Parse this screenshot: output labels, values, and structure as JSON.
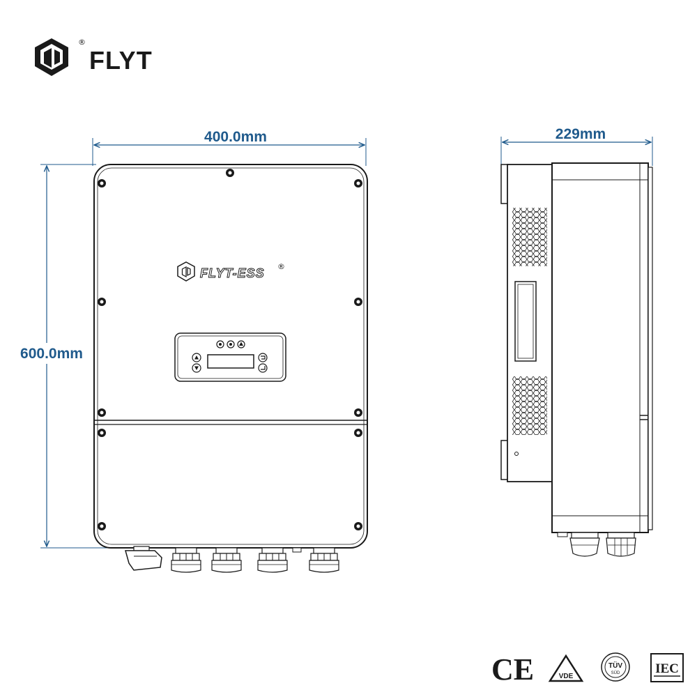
{
  "brand": {
    "name": "FLYT",
    "registered": "®",
    "logo_icon": "flyt-cube-icon",
    "color": "#1a1a1a"
  },
  "front_view": {
    "width_label": "400.0mm",
    "height_label": "600.0mm",
    "panel_brand": "FLYT-ESS",
    "panel_registered": "®"
  },
  "side_view": {
    "depth_label": "229mm"
  },
  "certifications": [
    {
      "name": "ce-mark-icon",
      "text": "CE"
    },
    {
      "name": "vde-mark-icon",
      "text": "VDE"
    },
    {
      "name": "tuv-sud-mark-icon",
      "text": "TÜV",
      "subtext": "SÜD"
    },
    {
      "name": "iec-mark-icon",
      "text": "IEC"
    }
  ],
  "colors": {
    "dimension": "#1f5a8c",
    "line": "#1a1a1a"
  }
}
